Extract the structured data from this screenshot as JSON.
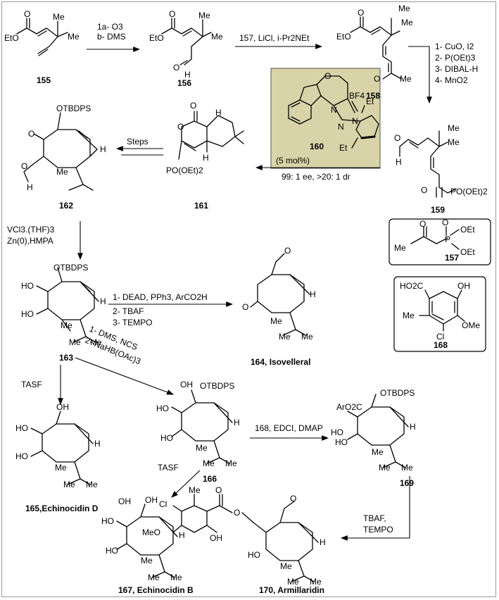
{
  "compounds": [
    {
      "num": "155",
      "name": ""
    },
    {
      "num": "156",
      "name": ""
    },
    {
      "num": "158",
      "name": ""
    },
    {
      "num": "159",
      "name": ""
    },
    {
      "num": "160",
      "name": ""
    },
    {
      "num": "161",
      "name": ""
    },
    {
      "num": "162",
      "name": ""
    },
    {
      "num": "163",
      "name": ""
    },
    {
      "num": "164",
      "name": ", Isovelleral"
    },
    {
      "num": "165",
      "name": ",Echinocidin D"
    },
    {
      "num": "166",
      "name": ""
    },
    {
      "num": "167",
      "name": ", Echinocidin B"
    },
    {
      "num": "168",
      "name": ""
    },
    {
      "num": "169",
      "name": ""
    },
    {
      "num": "170",
      "name": ", Armillaridin"
    },
    {
      "num": "157",
      "name": ""
    }
  ],
  "conditions": {
    "step1": [
      "1a- O3",
      "b- DMS"
    ],
    "step2": [
      "157, LiCl, i-Pr2NEt"
    ],
    "step3": [
      "1- CuO, I2",
      "2- P(OEt)3",
      "3- DIBAL-H",
      "4- MnO2"
    ],
    "step4": [
      "99: 1 ee, >20: 1 dr"
    ],
    "step5": [
      "Steps"
    ],
    "step6": [
      "VCl3.(THF)3",
      "Zn(0),HMPA"
    ],
    "step7": [
      "1- DEAD, PPh3, ArCO2H",
      "2- TBAF",
      "3- TEMPO"
    ],
    "step8": [
      "1- DMS, NCS",
      "2- NaHB(OAc)3"
    ],
    "step9": [
      "TASF"
    ],
    "step10": [
      "168, EDCI, DMAP"
    ],
    "step11": [
      "TASF"
    ],
    "step12": [
      "TBAF,",
      "TEMPO"
    ]
  },
  "catalyst_loading": "(5 mol%)",
  "atoms": {
    "EtO": "EtO",
    "Me": "Me",
    "O": "O",
    "H": "H",
    "OTBDPS": "OTBDPS",
    "POEt2": "PO(OEt)2",
    "BF4": "BF4",
    "Et": "Et",
    "N": "N",
    "OH": "OH",
    "HO": "HO",
    "ArO2C": "ArO2C",
    "HO2C": "HO2C",
    "Cl": "Cl",
    "OMe": "OMe",
    "MeO": "MeO",
    "P": "P",
    "OEt": "OEt"
  },
  "colors": {
    "catalyst_box": "#d8d3a8",
    "frame": "#9a9a9a"
  }
}
